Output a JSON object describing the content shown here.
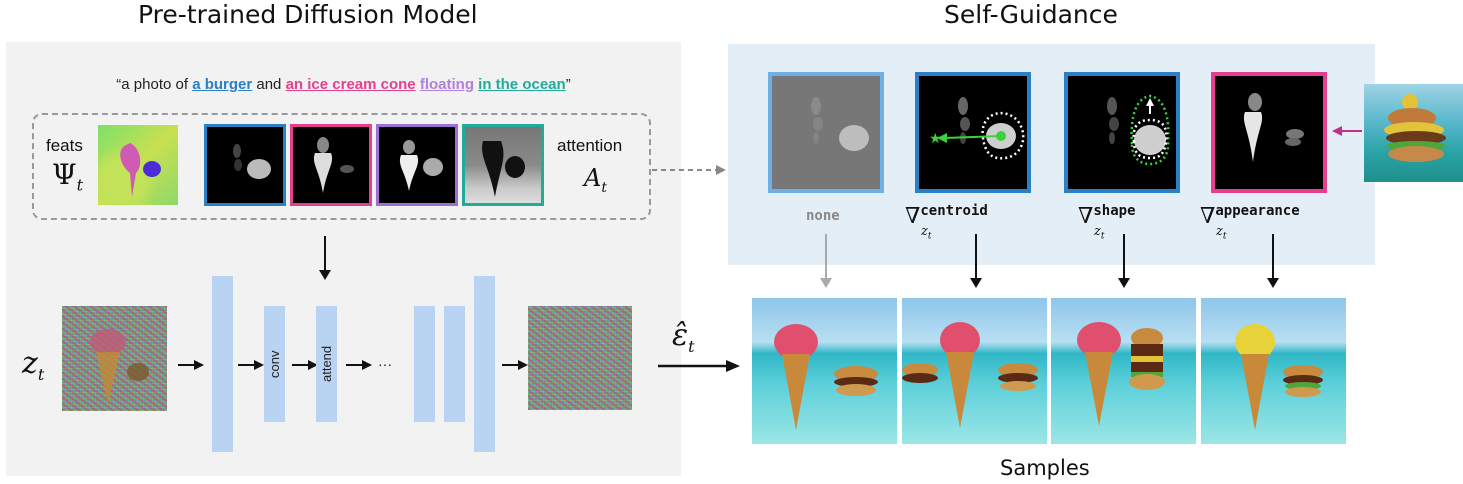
{
  "left_title": "Pre-trained Diffusion Model",
  "right_title": "Self-Guidance",
  "prompt": {
    "open": "“a photo of ",
    "word1": "a burger",
    "and": " and ",
    "word2": "an ice cream cone",
    "sp": " ",
    "word3": "floating",
    "word4": "in the ocean",
    "close": "”"
  },
  "feats": {
    "label": "feats",
    "symbol": "Ψ",
    "sub": "t"
  },
  "attention": {
    "label": "attention",
    "symbol": "A",
    "sub": "t"
  },
  "unet": {
    "input_symbol": "z",
    "input_sub": "t",
    "conv": "conv",
    "attend": "attend",
    "ellipsis": "···",
    "output_symbol": "ε̂",
    "output_sub": "t"
  },
  "guidance": {
    "none": "none",
    "nabla": "∇",
    "zt": "z",
    "zt_sub": "t",
    "centroid": "centroid",
    "shape": "shape",
    "appearance": "appearance"
  },
  "samples_label": "Samples",
  "colors": {
    "blue": "#2b7fc4",
    "pink": "#e53f8f",
    "purple": "#9b6fd6",
    "teal": "#22aa9a",
    "light_blue": "#6eb0e6",
    "green": "#3cd23c",
    "bar": "#b9d3f2"
  }
}
